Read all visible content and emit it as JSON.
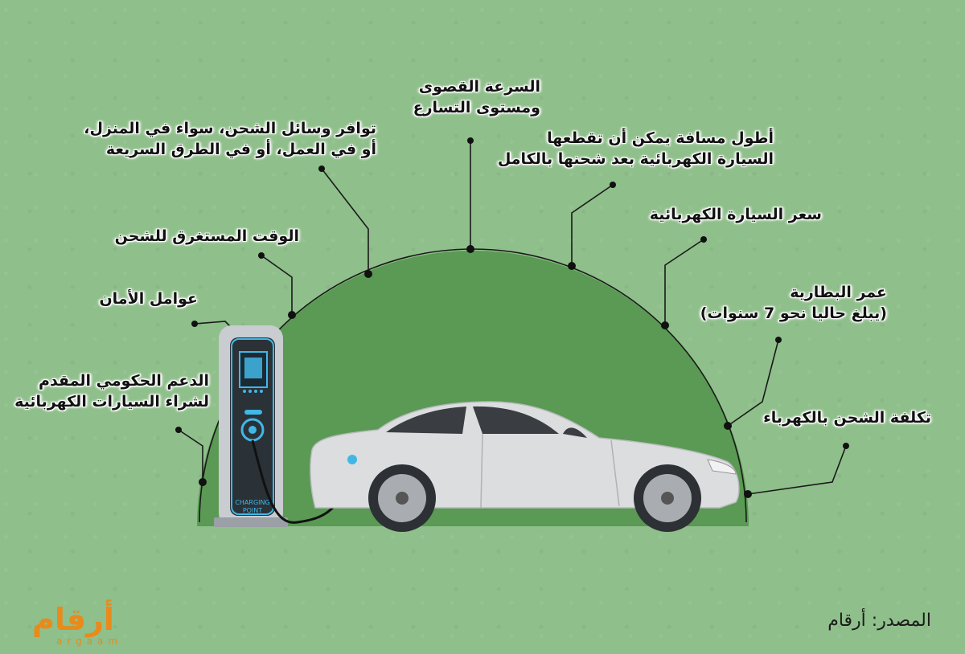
{
  "factors": {
    "top_speed": [
      "السرعة القصوى",
      "ومستوى التسارع"
    ],
    "charging_availability": [
      "توافر وسائل الشحن، سواء في المنزل،",
      "أو في العمل، أو في الطرق السريعة"
    ],
    "max_range": [
      "أطول مسافة يمكن أن تقطعها",
      "السيارة الكهربائية بعد شحنها بالكامل"
    ],
    "charging_time": [
      "الوقت المستغرق للشحن"
    ],
    "ev_price": [
      "سعر السيارة الكهربائية"
    ],
    "safety": [
      "عوامل الأمان"
    ],
    "battery_life": [
      "عمر البطارية",
      "(يبلغ حاليا نحو 7 سنوات)"
    ],
    "gov_support": [
      "الدعم الحكومي المقدم",
      "لشراء السيارات الكهربائية"
    ],
    "charging_cost": [
      "تكلفة الشحن بالكهرباء"
    ]
  },
  "charger_text": [
    "CHARGING",
    "POINT"
  ],
  "source": "المصدر: أرقام",
  "logo": {
    "arabic": "أرقام",
    "latin": "argaam"
  },
  "colors": {
    "background": "#8fbf8b",
    "dome": "#5a9a54",
    "accent": "#e98a1a",
    "charger": "#2a3137",
    "screen": "#41b7e6"
  }
}
